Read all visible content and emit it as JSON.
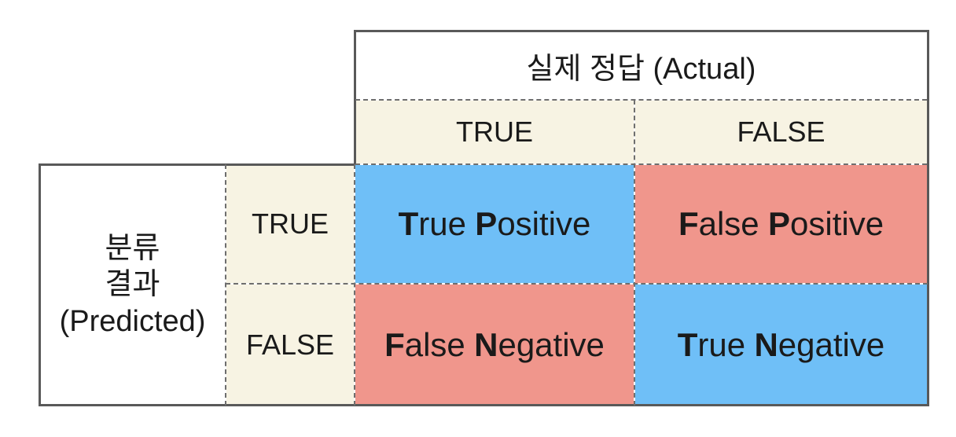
{
  "colors": {
    "blue": "#6fbff7",
    "salmon": "#f0968c",
    "cream": "#f7f3e3",
    "solid_border": "#595959",
    "dashed_border": "#6e6e6e",
    "text": "#1a1a1a"
  },
  "actual": {
    "title": "실제 정답 (Actual)",
    "col_true": "TRUE",
    "col_false": "FALSE"
  },
  "predicted": {
    "line1": "분류",
    "line2": "결과",
    "line3": "(Predicted)",
    "row_true": "TRUE",
    "row_false": "FALSE"
  },
  "cells": {
    "tp": {
      "bold1": "T",
      "rest1": "rue",
      "bold2": "P",
      "rest2": "ositive"
    },
    "fp": {
      "bold1": "F",
      "rest1": "alse",
      "bold2": "P",
      "rest2": "ositive"
    },
    "fn": {
      "bold1": "F",
      "rest1": "alse",
      "bold2": "N",
      "rest2": "egative"
    },
    "tn": {
      "bold1": "T",
      "rest1": "rue",
      "bold2": "N",
      "rest2": "egative"
    }
  }
}
